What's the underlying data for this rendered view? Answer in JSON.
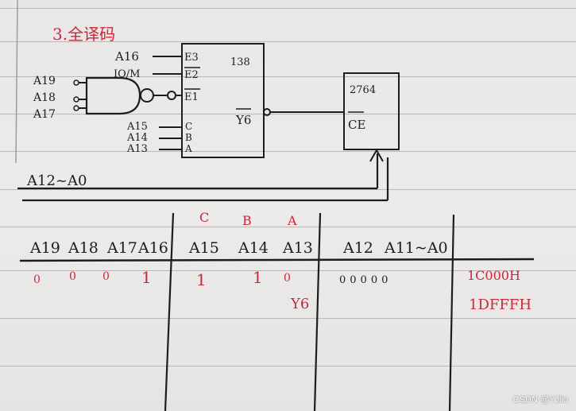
{
  "title": "3.全译码",
  "decoder": {
    "label": "138",
    "inputs_left": [
      "A16",
      "IO/M"
    ],
    "enable_pins": [
      "E3",
      "E2",
      "E1"
    ],
    "select_inputs": [
      "A15",
      "A14",
      "A13"
    ],
    "select_pins": [
      "C",
      "B",
      "A"
    ],
    "output": "Y6"
  },
  "nand_inputs": [
    "A19",
    "A18",
    "A17"
  ],
  "chip": {
    "name": "2764",
    "pin": "CE"
  },
  "bus_label": "A12~A0",
  "table": {
    "group1_headers": [
      "A19",
      "A18",
      "A17",
      "A16"
    ],
    "group2_headers": [
      "A15",
      "A14",
      "A13"
    ],
    "group2_pin_marks": [
      "C",
      "B",
      "A"
    ],
    "group3_headers": [
      "A12",
      "A11~A0"
    ],
    "group1_values": [
      "0",
      "0",
      "0",
      "1"
    ],
    "group2_values": [
      "1",
      "1",
      "0"
    ],
    "group3_values": "00000",
    "group2_note": "Y6",
    "range_start": "1C000H",
    "range_end": "1DFFFH"
  },
  "watermark": "CSDN @YJlio",
  "colors": {
    "ink": "#1d1d1d",
    "red_ink": "#c9283a",
    "paper": "#ecebea"
  }
}
